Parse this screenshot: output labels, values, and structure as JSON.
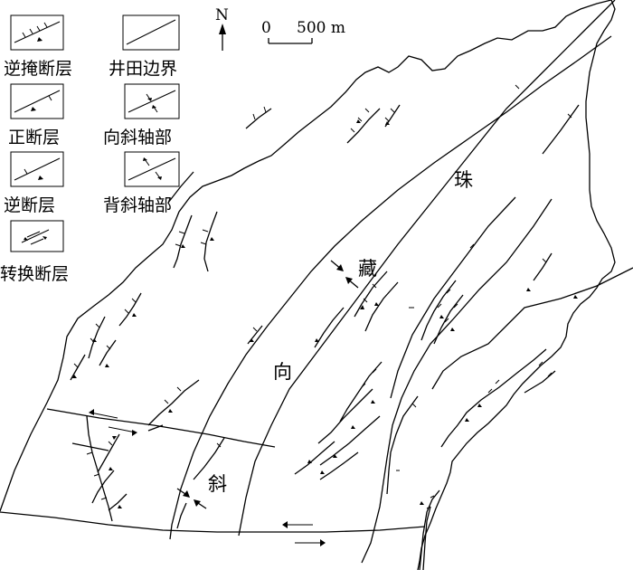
{
  "legend": {
    "items": [
      {
        "label": "逆掩断层",
        "symbol": "thrust-overthrust"
      },
      {
        "label": "井田边界",
        "symbol": "field-boundary"
      },
      {
        "label": "正断层",
        "symbol": "normal-fault"
      },
      {
        "label": "向斜轴部",
        "symbol": "syncline-axis"
      },
      {
        "label": "逆断层",
        "symbol": "reverse-fault"
      },
      {
        "label": "背斜轴部",
        "symbol": "anticline-axis"
      },
      {
        "label": "转换断层",
        "symbol": "transform-fault"
      }
    ]
  },
  "compass": {
    "label": "N"
  },
  "scale": {
    "start": "0",
    "end": "500 m"
  },
  "syncline": {
    "chars": [
      "珠",
      "藏",
      "向",
      "斜"
    ]
  }
}
